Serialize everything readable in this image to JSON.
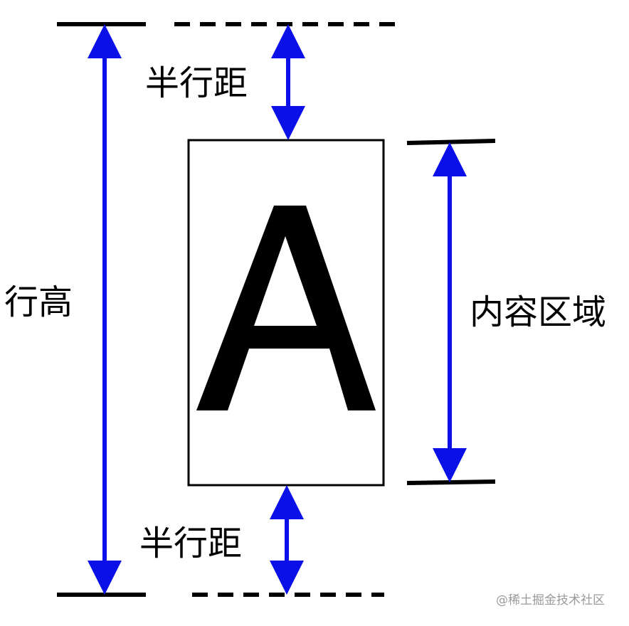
{
  "labels": {
    "half_leading_top": "半行距",
    "half_leading_bottom": "半行距",
    "line_height": "行高",
    "content_area": "内容区域"
  },
  "glyph": "A",
  "watermark": "@稀土掘金技术社区",
  "colors": {
    "arrow": "#0b10e8",
    "line": "#000000",
    "background": "#ffffff",
    "watermark": "#9a9a9a"
  }
}
